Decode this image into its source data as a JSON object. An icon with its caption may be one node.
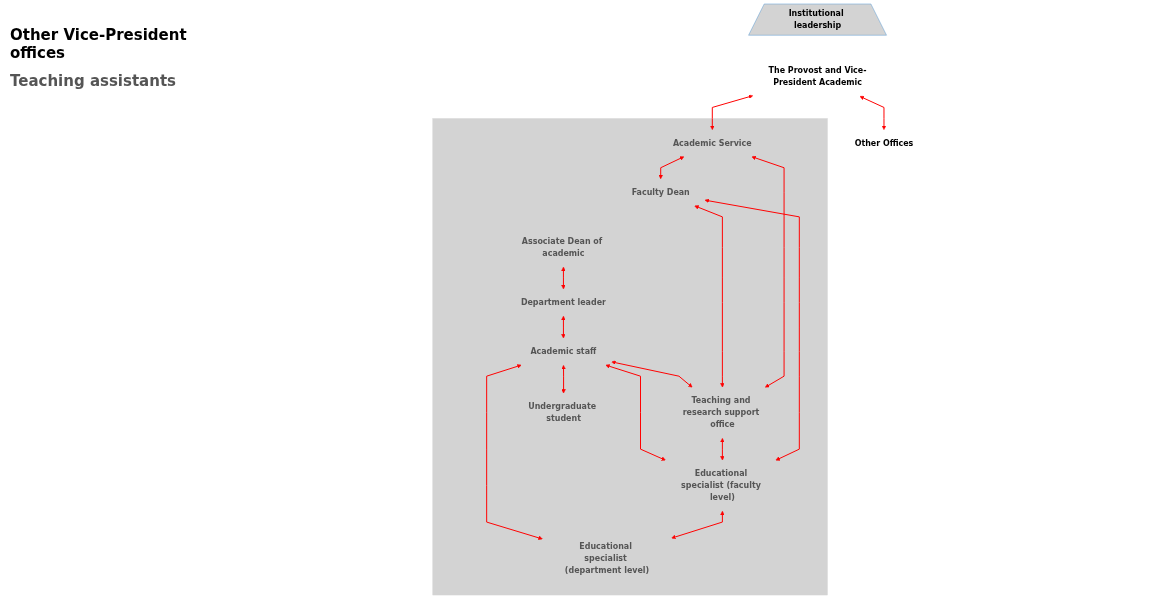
{
  "diagram": {
    "nodes": [
      {
        "text": [
          "Institutional leadership"
        ]
      },
      {
        "text": [
          "The Provost and Vice-President Academic"
        ]
      },
      {
        "text": [
          "Other Offices"
        ]
      },
      {
        "text": [],
        "shape": "box"
      },
      {
        "text": [
          "Academic Service"
        ],
        "in": 3
      },
      {
        "text": [
          "Faculty Dean"
        ],
        "in": 3
      },
      {
        "text": [
          "Associate Dean of academic"
        ],
        "in": 3
      },
      {
        "text": [
          "Teaching and research support office"
        ],
        "in": 3
      },
      {
        "text": [
          "Educational specialist (faculty level)"
        ],
        "in": 3
      },
      {
        "text": [
          "Department leader"
        ],
        "in": 3
      },
      {
        "text": [
          "Educational specialist (department level)"
        ],
        "in": 3
      },
      {
        "text": [
          "Academic staff"
        ],
        "in": 3
      },
      {
        "text": [
          "Undergraduate student"
        ],
        "in": 3
      }
    ],
    "edges": [
      {
        "from": 1,
        "to": 4,
        "arrow": "both"
      },
      {
        "from": 1,
        "to": 2,
        "arrow": "both"
      },
      {
        "from": 4,
        "to": 5,
        "arrow": "both"
      },
      {
        "from": 4,
        "to": 7,
        "arrow": "both"
      },
      {
        "from": 5,
        "to": 7,
        "arrow": "both"
      },
      {
        "from": 5,
        "to": 8,
        "arrow": "both"
      },
      {
        "from": 6,
        "to": 9,
        "arrow": "both"
      },
      {
        "from": 7,
        "to": 8,
        "arrow": "both"
      },
      {
        "from": 8,
        "to": 10,
        "arrow": "both"
      },
      {
        "from": 9,
        "to": 11,
        "arrow": "both"
      },
      {
        "from": 11,
        "to": 7,
        "arrow": "both"
      },
      {
        "from": 11,
        "to": 8,
        "arrow": "both"
      },
      {
        "from": 11,
        "to": 10,
        "arrow": "both"
      },
      {
        "from": 11,
        "to": 12,
        "arrow": "both"
      }
    ],
    "labels": [
      "Other Vice-President offices",
      "Teaching assistants"
    ]
  }
}
